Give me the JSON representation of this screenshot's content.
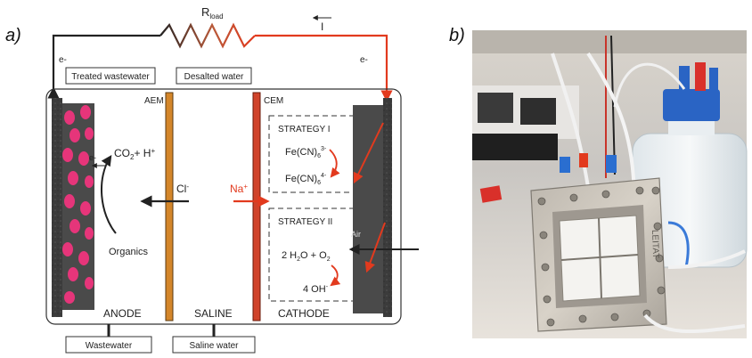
{
  "panel_a": {
    "label": "a)",
    "resistor_label": "R",
    "resistor_subscript": "load",
    "current_label": "I",
    "electron_left": "e-",
    "electron_right": "e-",
    "electron_anode": "e-",
    "top_box_left": "Treated wastewater",
    "top_box_middle": "Desalted water",
    "aem_label": "AEM",
    "cem_label": "CEM",
    "co2_label": "CO",
    "co2_sub": "2",
    "co2_h": "+ H",
    "co2_sup": "+",
    "organics_label": "Organics",
    "cl_label": "Cl",
    "cl_sup": "-",
    "na_label": "Na",
    "na_sup": "+",
    "strategy1_label": "STRATEGY I",
    "fe3_label": "Fe(CN)",
    "fe3_sub": "6",
    "fe3_sup": "3-",
    "fe4_label": "Fe(CN)",
    "fe4_sub": "6",
    "fe4_sup": "4-",
    "strategy2_label": "STRATEGY II",
    "air_label": "Air",
    "water_o2_label": "2 H",
    "water_sub": "2",
    "water_o2_rest": "O + O",
    "o2_sub": "2",
    "oh_label": "4 OH",
    "oh_sup": "-",
    "chamber_anode": "ANODE",
    "chamber_saline": "SALINE",
    "chamber_cathode": "CATHODE",
    "bottom_box_left": "Wastewater",
    "bottom_box_middle": "Saline water",
    "colors": {
      "wire_dark": "#222222",
      "wire_red": "#e23a1e",
      "aem": "#d4862a",
      "cem": "#d0432a",
      "electrode": "#3d3d3d",
      "biofilm": "#e6357a",
      "arrow_red": "#e23a1e"
    }
  },
  "panel_b": {
    "label": "b)",
    "device_brand": "LEITAT"
  }
}
